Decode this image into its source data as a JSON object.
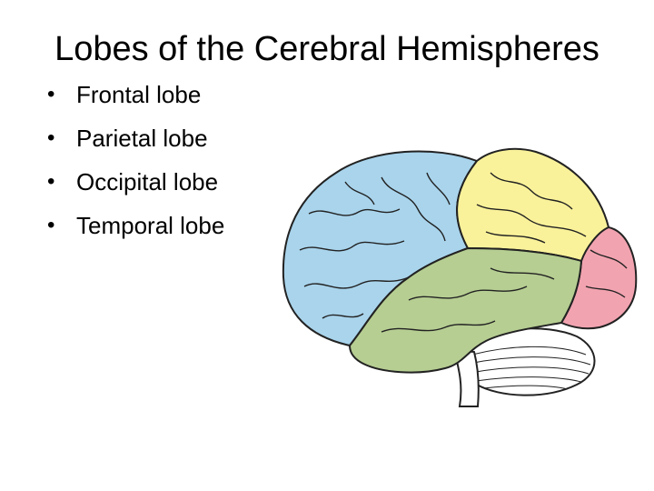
{
  "slide": {
    "title": "Lobes of the Cerebral Hemispheres",
    "bullet_char": "•",
    "bullets": [
      "Frontal lobe",
      "Parietal lobe",
      "Occipital lobe",
      "Temporal lobe"
    ]
  },
  "figure": {
    "colors": {
      "frontal": "#a9d4ec",
      "parietal": "#faf29a",
      "occipital": "#f2a3b0",
      "temporal": "#b6ce92",
      "cerebellum": "#ffffff",
      "outline": "#222222"
    }
  }
}
